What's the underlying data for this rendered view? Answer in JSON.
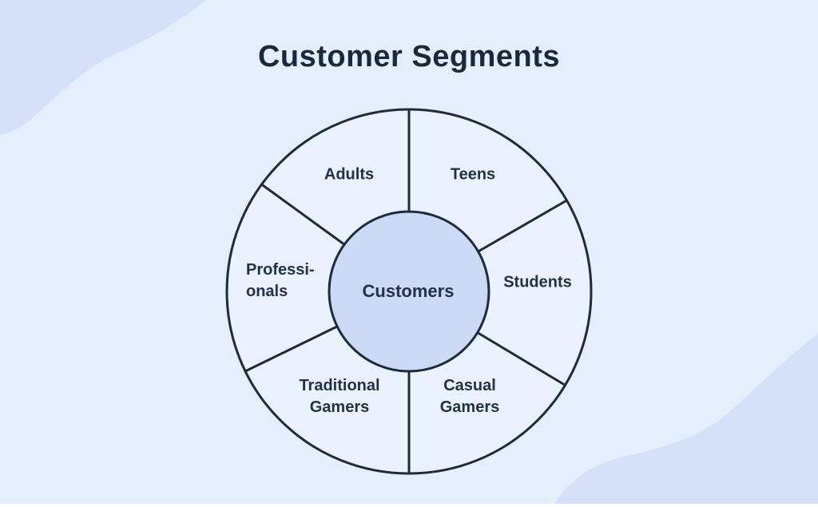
{
  "title": "Customer Segments",
  "diagram": {
    "center_label": "Customers",
    "segments": [
      {
        "id": "adults",
        "label": "Adults"
      },
      {
        "id": "teens",
        "label": "Teens"
      },
      {
        "id": "students",
        "label": "Students"
      },
      {
        "id": "casual-gamers",
        "label": "Casual\nGamers"
      },
      {
        "id": "traditional-gamers",
        "label": "Traditional\nGamers"
      },
      {
        "id": "professionals",
        "label": "Professi-\nonals"
      }
    ],
    "colors": {
      "page_bg": "#e4eefd",
      "blob": "#d4e1f8",
      "ring_fill": "#e9f2fe",
      "center_fill": "#ccdaf6",
      "line": "#1d2b3f",
      "text": "#22304a",
      "title_text": "#1b2940",
      "bottom_strip": "#ffffff"
    }
  }
}
